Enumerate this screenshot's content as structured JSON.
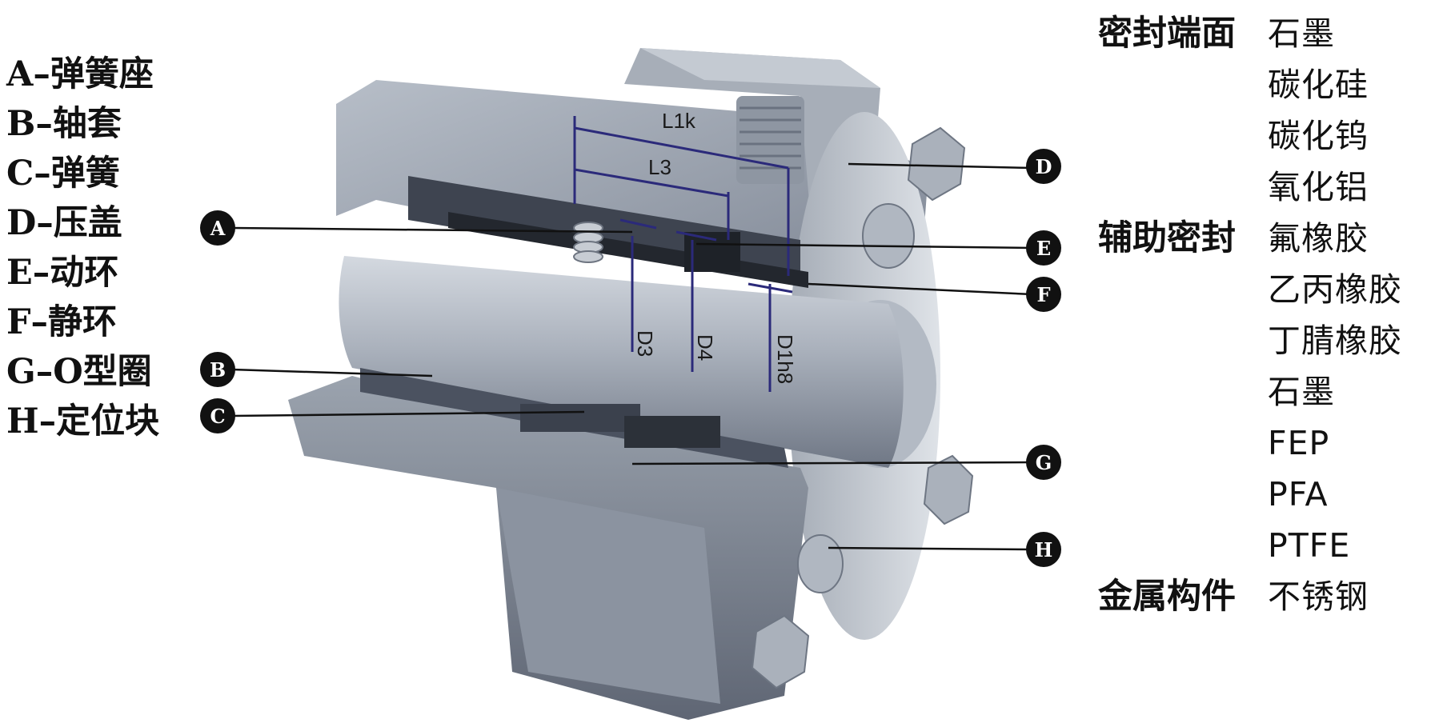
{
  "legend": [
    {
      "text": "A–弹簧座"
    },
    {
      "text": "B–轴套"
    },
    {
      "text": "C–弹簧"
    },
    {
      "text": "D–压盖"
    },
    {
      "text": "E–动环"
    },
    {
      "text": "F–静环"
    },
    {
      "text": "G–O型圈"
    },
    {
      "text": "H–定位块"
    }
  ],
  "materials": [
    {
      "category": "密封端面",
      "items": [
        "石墨",
        "碳化硅",
        "碳化钨",
        "氧化铝"
      ]
    },
    {
      "category": "辅助密封",
      "items": [
        "氟橡胶",
        "乙丙橡胶",
        "丁腈橡胶",
        "石墨",
        "FEP",
        "PFA",
        "PTFE"
      ]
    },
    {
      "category": "金属构件",
      "items": [
        "不锈钢"
      ]
    }
  ],
  "callouts": {
    "A": "A",
    "B": "B",
    "C": "C",
    "D": "D",
    "E": "E",
    "F": "F",
    "G": "G",
    "H": "H"
  },
  "dimensions": {
    "L1k": "L1k",
    "L3": "L3",
    "D3": "D3",
    "D4": "D4",
    "D1h8": "D1h8"
  },
  "colors": {
    "dimension_line": "#2b2a7a",
    "callout_badge": "#111111",
    "metal": "#9aa3b0"
  }
}
